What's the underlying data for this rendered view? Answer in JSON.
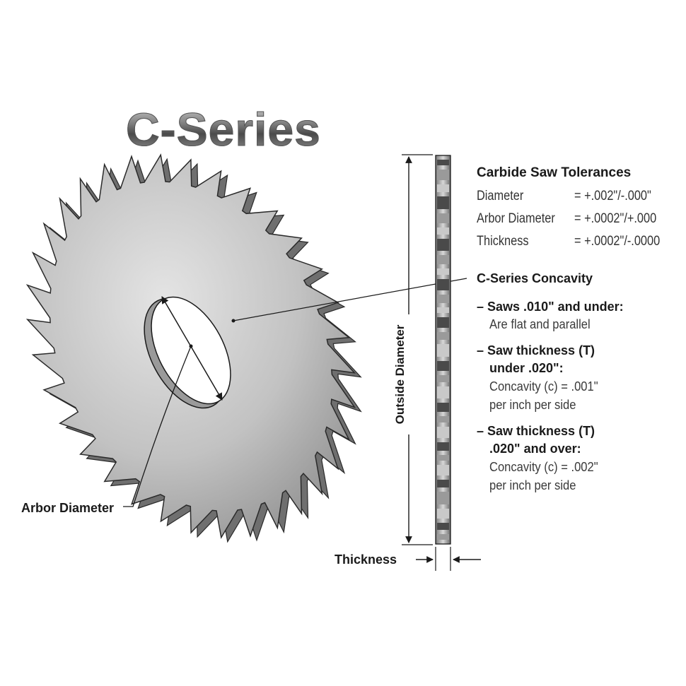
{
  "title": "C-Series",
  "tolerances": {
    "heading": "Carbide Saw Tolerances",
    "rows": [
      {
        "label": "Diameter",
        "value": "= +.002\"/-.000\""
      },
      {
        "label": "Arbor Diameter",
        "value": "= +.0002\"/+.000"
      },
      {
        "label": "Thickness",
        "value": "= +.0002\"/-.0000"
      }
    ]
  },
  "concavity": {
    "heading": "C-Series Concavity",
    "items": [
      {
        "title": "– Saws .010\" and under:",
        "lines": [
          "Are flat and parallel"
        ]
      },
      {
        "title": "– Saw thickness (T)",
        "title2": "under .020\":",
        "lines": [
          "Concavity (c) = .001\"",
          "per inch per side"
        ]
      },
      {
        "title": "– Saw thickness (T)",
        "title2": ".020\" and over:",
        "lines": [
          "Concavity (c) = .002\"",
          "per inch per side"
        ]
      }
    ]
  },
  "callouts": {
    "arbor": "Arbor Diameter",
    "outside": "Outside Diameter",
    "thickness": "Thickness"
  },
  "colors": {
    "blade_light": "#d6d6d6",
    "blade_dark": "#8a8a8a",
    "line": "#1a1a1a"
  }
}
